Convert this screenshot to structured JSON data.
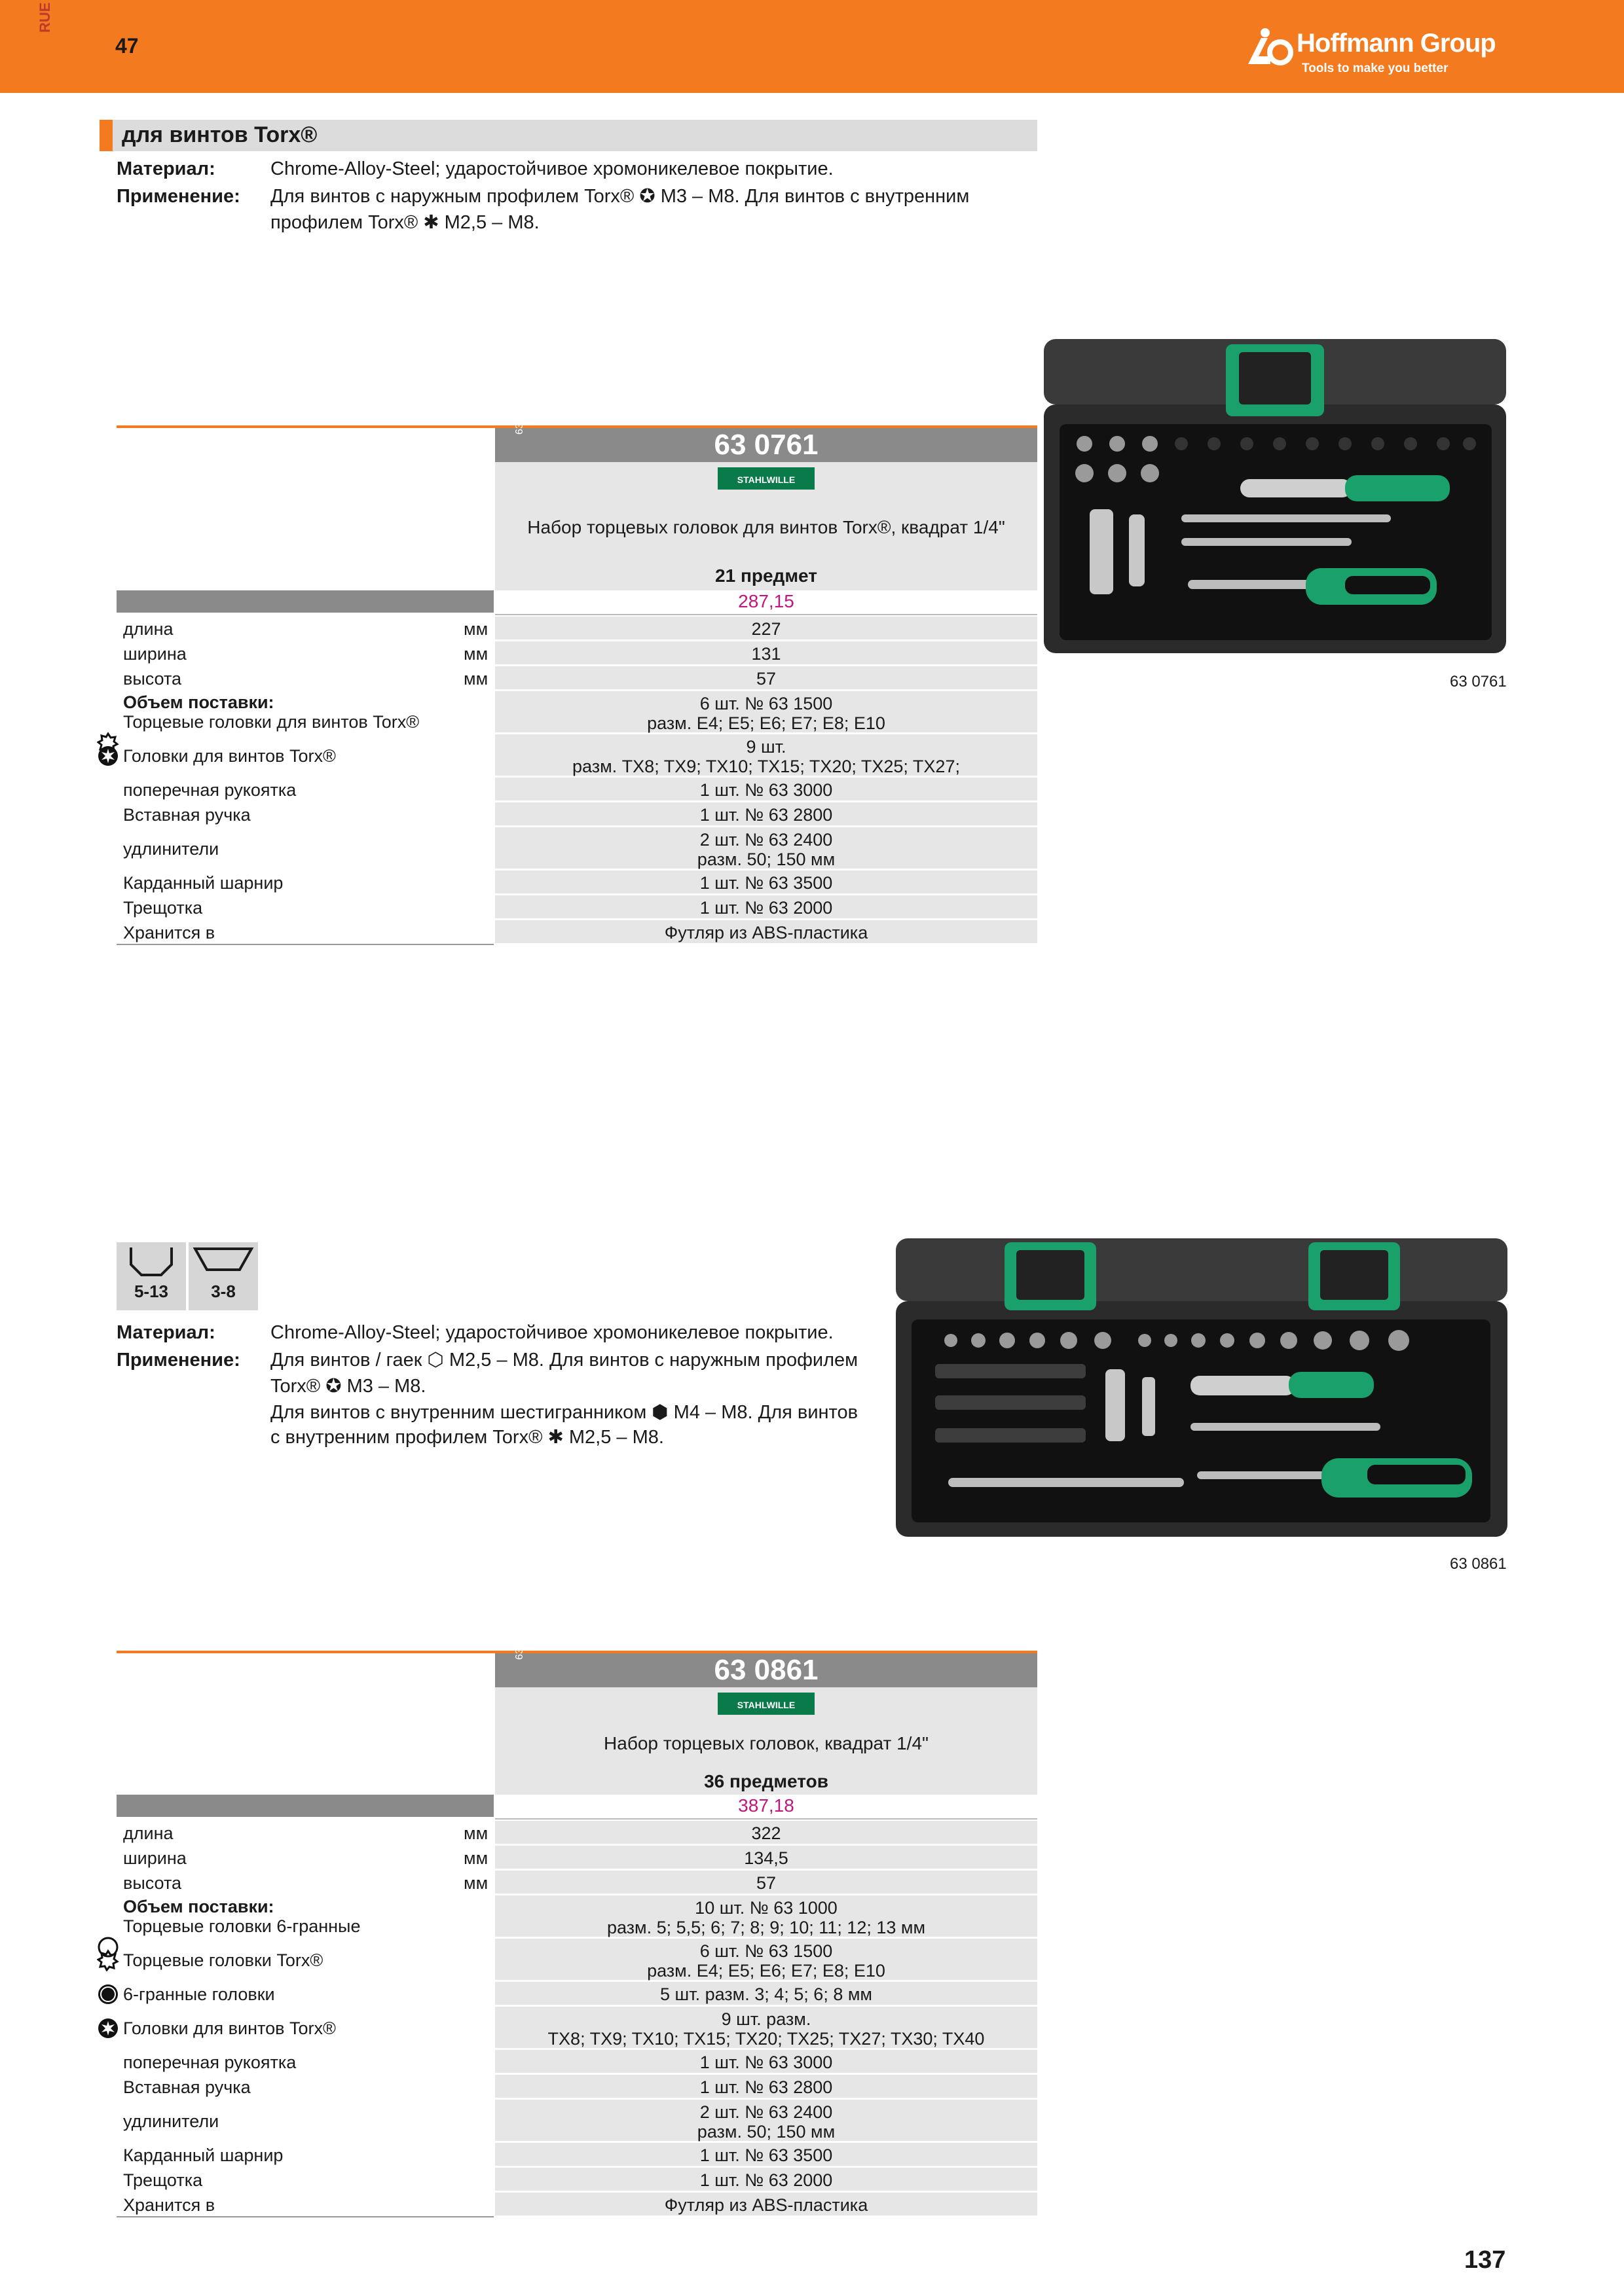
{
  "header": {
    "lang": "RUE",
    "page_top": "47",
    "logo_name": "Hoffmann Group",
    "logo_tag": "Tools to make you better",
    "logo_mark": "ho"
  },
  "section": {
    "title": "для винтов Torx®"
  },
  "block1": {
    "material_label": "Материал:",
    "material_text": "Chrome-Alloy-Steel; ударостойчивое хромоникелевое покрытие.",
    "usage_label": "Применение:",
    "usage_lines": [
      "Для винтов с наружным профилем Torx® ✪ M3 – M8. Для винтов с внутренним",
      "профилем Torx® ✱ M2,5 – M8."
    ]
  },
  "product1": {
    "series": "63Ä",
    "code": "63 0761",
    "brand": "STAHLWILLE",
    "desc": "Набор торцевых головок для винтов Torx®, квадрат 1/4\"",
    "count": "21 предмет",
    "price": "287,15",
    "photo_caption": "63 0761",
    "rows": [
      {
        "name": "длина",
        "unit": "мм",
        "val": [
          "227"
        ]
      },
      {
        "name": "ширина",
        "unit": "мм",
        "val": [
          "131"
        ]
      },
      {
        "name": "высота",
        "unit": "мм",
        "val": [
          "57"
        ]
      },
      {
        "name": "Объем поставки:",
        "unit": "",
        "val": [
          "6 шт. № 63 1500",
          "разм. E4; E5; E6; E7; E8; E10"
        ],
        "name2": "Торцевые головки для винтов Torx®",
        "sym": "torx-ext"
      },
      {
        "name": "Головки для винтов Torx®",
        "unit": "",
        "val": [
          "9 шт.",
          "разм. TX8; TX9; TX10; TX15; TX20; TX25; TX27;"
        ],
        "sym": "torx-int"
      },
      {
        "name": "поперечная рукоятка",
        "unit": "",
        "val": [
          "1 шт. № 63 3000"
        ]
      },
      {
        "name": "Вставная ручка",
        "unit": "",
        "val": [
          "1 шт. № 63 2800"
        ]
      },
      {
        "name": "удлинители",
        "unit": "",
        "val": [
          "2 шт. № 63 2400",
          "разм. 50; 150 мм"
        ]
      },
      {
        "name": "Карданный шарнир",
        "unit": "",
        "val": [
          "1 шт. № 63 3500"
        ]
      },
      {
        "name": "Трещотка",
        "unit": "",
        "val": [
          "1 шт. № 63 2000"
        ]
      },
      {
        "name": "Хранится в",
        "unit": "",
        "val": [
          "Футляр из ABS-пластика"
        ]
      }
    ]
  },
  "block2": {
    "icons": [
      {
        "label": "5-13"
      },
      {
        "label": "3-8"
      }
    ],
    "material_label": "Материал:",
    "material_text": "Chrome-Alloy-Steel; ударостойчивое хромоникелевое покрытие.",
    "usage_label": "Применение:",
    "usage_lines": [
      "Для винтов / гаек ⬡ M2,5 – M8. Для винтов с наружным профилем",
      "Torx® ✪ M3 – M8.",
      "Для винтов с внутренним шестигранником ⬢ M4 – M8. Для винтов",
      "с внутренним профилем Torx® ✱ M2,5 – M8."
    ]
  },
  "product2": {
    "series": "63Ä",
    "code": "63 0861",
    "brand": "STAHLWILLE",
    "desc": "Набор торцевых головок, квадрат 1/4\"",
    "count": "36 предметов",
    "price": "387,18",
    "photo_caption": "63 0861",
    "rows": [
      {
        "name": "длина",
        "unit": "мм",
        "val": [
          "322"
        ]
      },
      {
        "name": "ширина",
        "unit": "мм",
        "val": [
          "134,5"
        ]
      },
      {
        "name": "высота",
        "unit": "мм",
        "val": [
          "57"
        ]
      },
      {
        "name": "Объем поставки:",
        "unit": "",
        "val": [
          "10 шт. № 63 1000",
          "разм. 5; 5,5; 6; 7; 8; 9; 10; 11; 12; 13 мм"
        ],
        "name2": "Торцевые головки 6-гранные",
        "sym": "hex-ext"
      },
      {
        "name": "Торцевые головки Torx®",
        "unit": "",
        "val": [
          "6 шт. № 63 1500",
          "разм. E4; E5; E6; E7; E8; E10"
        ],
        "sym": "torx-ext"
      },
      {
        "name": "6-гранные головки",
        "unit": "",
        "val": [
          "5 шт. разм. 3; 4; 5; 6; 8 мм"
        ],
        "sym": "hex-int"
      },
      {
        "name": "Головки для винтов Torx®",
        "unit": "",
        "val": [
          "9 шт. разм.",
          "TX8; TX9; TX10; TX15; TX20; TX25; TX27; TX30; TX40"
        ],
        "sym": "torx-int"
      },
      {
        "name": "поперечная рукоятка",
        "unit": "",
        "val": [
          "1 шт. № 63 3000"
        ]
      },
      {
        "name": "Вставная ручка",
        "unit": "",
        "val": [
          "1 шт. № 63 2800"
        ]
      },
      {
        "name": "удлинители",
        "unit": "",
        "val": [
          "2 шт. № 63 2400",
          "разм. 50; 150 мм"
        ]
      },
      {
        "name": "Карданный шарнир",
        "unit": "",
        "val": [
          "1 шт. № 63 3500"
        ]
      },
      {
        "name": "Трещотка",
        "unit": "",
        "val": [
          "1 шт. № 63 2000"
        ]
      },
      {
        "name": "Хранится в",
        "unit": "",
        "val": [
          "Футляр из ABS-пластика"
        ]
      }
    ]
  },
  "footer": {
    "page_bottom": "137"
  },
  "colors": {
    "orange": "#f47a20",
    "grey": "#8a8a8a",
    "price": "#c0187c",
    "green": "#0a7a4a"
  }
}
